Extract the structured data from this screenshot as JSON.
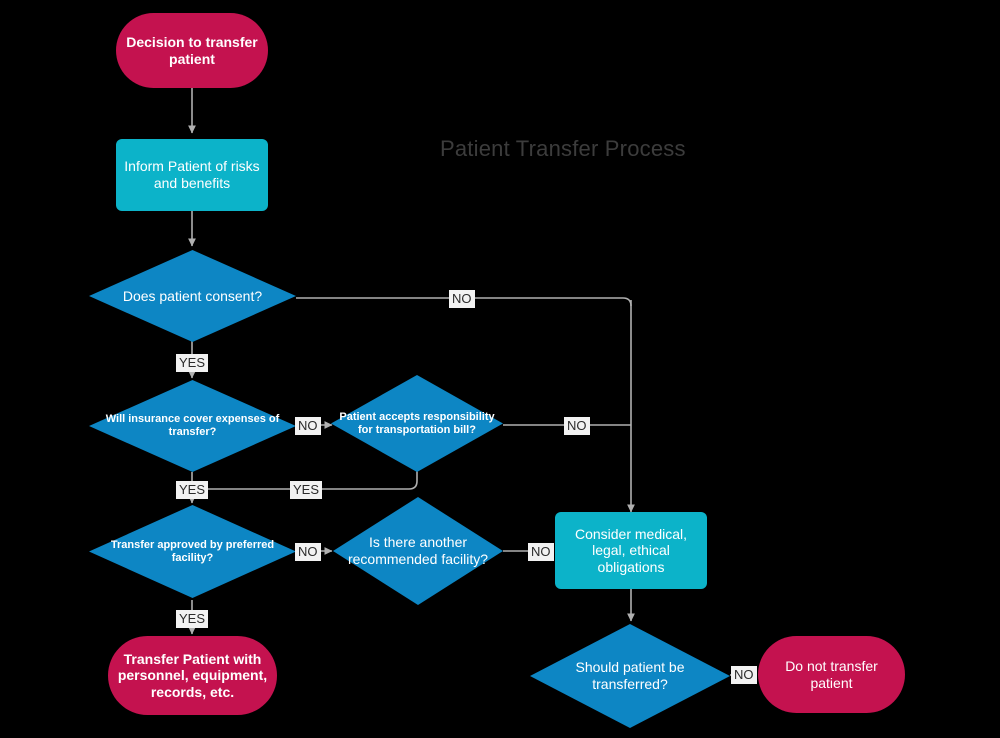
{
  "diagram": {
    "title": "Patient Transfer Process",
    "title_color": "#3c3c3c",
    "background": "#000000",
    "palette": {
      "terminator": "#C4124F",
      "process": "#0CB3C9",
      "decision": "#0D86C4",
      "edge": "#b0b0b0",
      "label_bg": "#F2F2F2",
      "label_text": "#2b2b2b",
      "node_text": "#ffffff"
    },
    "nodes": [
      {
        "id": "start",
        "type": "terminator",
        "label": "Decision to transfer patient"
      },
      {
        "id": "inform",
        "type": "process",
        "label": "Inform Patient of risks and benefits"
      },
      {
        "id": "consent",
        "type": "decision",
        "label": "Does patient consent?"
      },
      {
        "id": "insurance",
        "type": "decision",
        "label": "Will insurance cover expenses of transfer?"
      },
      {
        "id": "responsible",
        "type": "decision",
        "label": "Patient accepts responsibility for transportation bill?"
      },
      {
        "id": "approved",
        "type": "decision",
        "label": "Transfer approved by preferred facility?"
      },
      {
        "id": "another",
        "type": "decision",
        "label": "Is there another recommended facility?"
      },
      {
        "id": "consider",
        "type": "process",
        "label": "Consider medical, legal, ethical obligations"
      },
      {
        "id": "should",
        "type": "decision",
        "label": "Should patient be transferred?"
      },
      {
        "id": "transfer_pt",
        "type": "terminator",
        "label": "Transfer Patient with personnel, equipment, records, etc."
      },
      {
        "id": "do_not",
        "type": "terminator",
        "label": "Do not transfer patient"
      }
    ],
    "edge_labels": [
      {
        "id": "consent-no",
        "text": "NO",
        "from": "consent",
        "to": "consider"
      },
      {
        "id": "consent-yes",
        "text": "YES",
        "from": "consent",
        "to": "insurance"
      },
      {
        "id": "insurance-no",
        "text": "NO",
        "from": "insurance",
        "to": "responsible"
      },
      {
        "id": "insurance-yes",
        "text": "YES",
        "from": "insurance",
        "to": "approved"
      },
      {
        "id": "responsible-no",
        "text": "NO",
        "from": "responsible",
        "to": "consider"
      },
      {
        "id": "responsible-yes",
        "text": "YES",
        "from": "responsible",
        "to": "approved"
      },
      {
        "id": "approved-no",
        "text": "NO",
        "from": "approved",
        "to": "another"
      },
      {
        "id": "approved-yes",
        "text": "YES",
        "from": "approved",
        "to": "transfer_pt"
      },
      {
        "id": "another-no",
        "text": "NO",
        "from": "another",
        "to": "consider"
      },
      {
        "id": "should-no",
        "text": "NO",
        "from": "should",
        "to": "do_not"
      }
    ]
  }
}
